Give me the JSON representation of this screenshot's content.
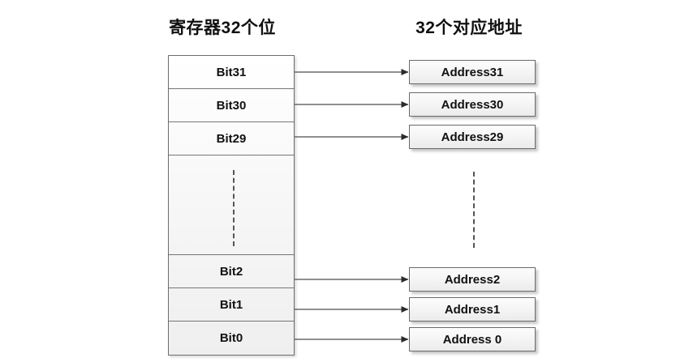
{
  "diagram": {
    "title_left": "寄存器32个位",
    "title_right": "32个对应地址",
    "register_cells": [
      {
        "label": "Bit31"
      },
      {
        "label": "Bit30"
      },
      {
        "label": "Bit29"
      },
      {
        "label": ""
      },
      {
        "label": "Bit2"
      },
      {
        "label": "Bit1"
      },
      {
        "label": "Bit0"
      }
    ],
    "address_boxes": [
      {
        "label": "Address31"
      },
      {
        "label": "Address30"
      },
      {
        "label": "Address29"
      },
      {
        "label": "Address2"
      },
      {
        "label": "Address1"
      },
      {
        "label": "Address 0"
      }
    ],
    "ellipsis_symbol": "vertical-dashed-line",
    "colors": {
      "border": "#6d6d6d",
      "text": "#111111",
      "arrow": "#595959",
      "box_fill": "#f4f4f4",
      "background": "#ffffff"
    },
    "arrows": [
      {
        "from": "Bit31",
        "to": "Address31"
      },
      {
        "from": "Bit30",
        "to": "Address30"
      },
      {
        "from": "Bit29",
        "to": "Address29"
      },
      {
        "from": "Bit2",
        "to": "Address2"
      },
      {
        "from": "Bit1",
        "to": "Address1"
      },
      {
        "from": "Bit0",
        "to": "Address 0"
      }
    ]
  }
}
